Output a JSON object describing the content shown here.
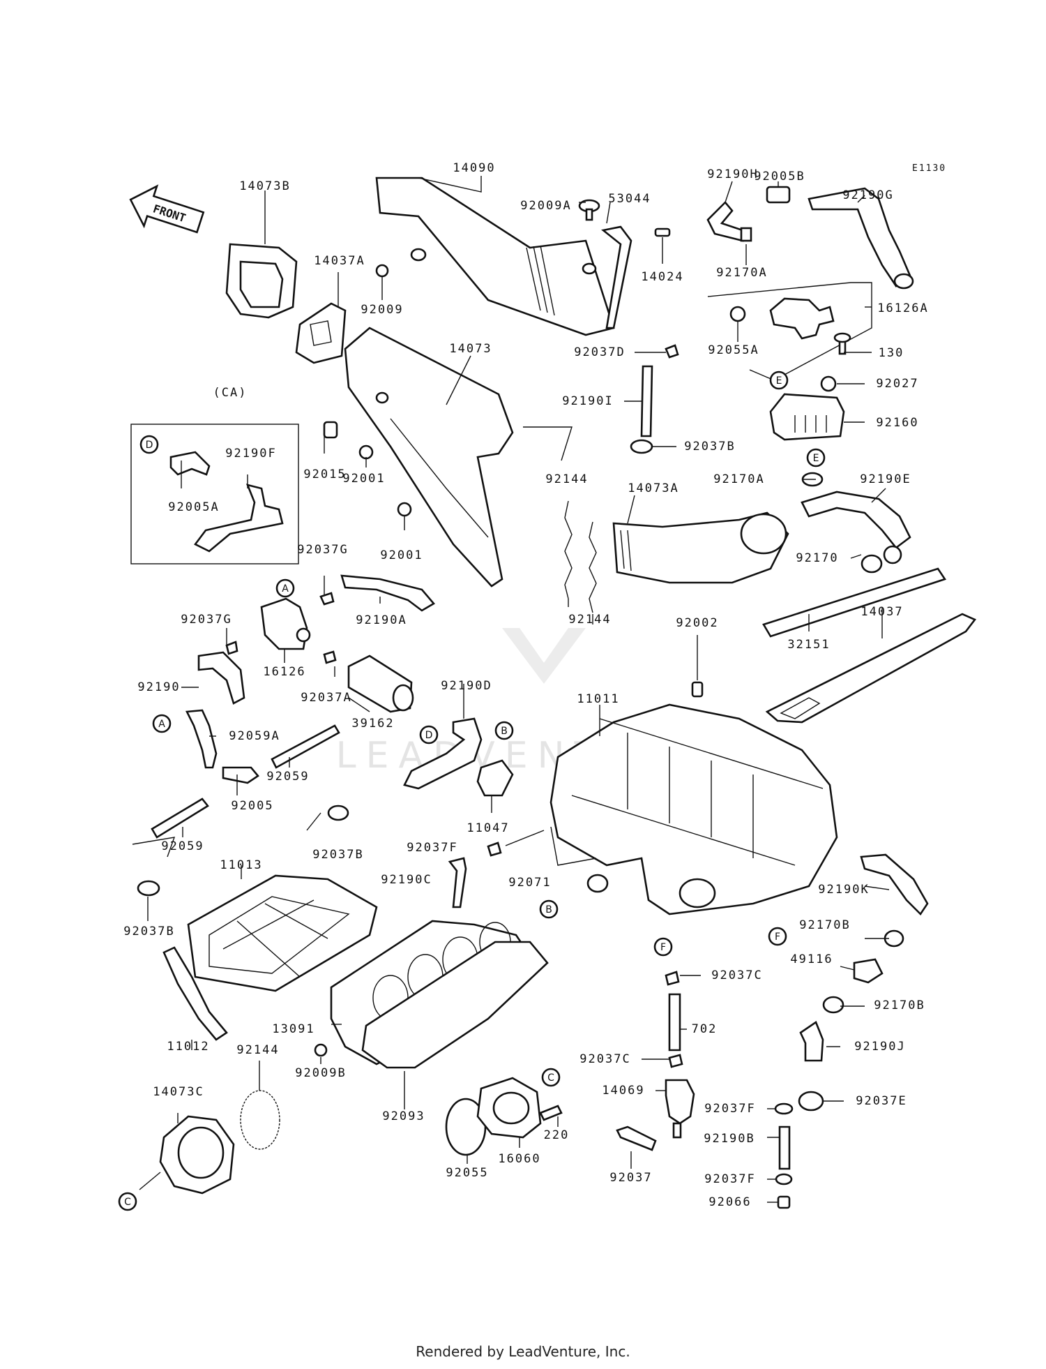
{
  "diagram": {
    "code": "E1130",
    "front_label": "FRONT",
    "group_label": "(CA)",
    "watermark": "LEADVENTURE",
    "footer": "Rendered by LeadVenture, Inc.",
    "labels": [
      {
        "id": "14090",
        "text": "14090"
      },
      {
        "id": "92009A",
        "text": "92009A"
      },
      {
        "id": "53044",
        "text": "53044"
      },
      {
        "id": "14073B",
        "text": "14073B"
      },
      {
        "id": "14037A",
        "text": "14037A"
      },
      {
        "id": "92009",
        "text": "92009"
      },
      {
        "id": "92190H",
        "text": "92190H"
      },
      {
        "id": "92005B",
        "text": "92005B"
      },
      {
        "id": "92190G",
        "text": "92190G"
      },
      {
        "id": "14024",
        "text": "14024"
      },
      {
        "id": "92170A",
        "text": "92170A"
      },
      {
        "id": "16126A",
        "text": "16126A"
      },
      {
        "id": "92055A",
        "text": "92055A"
      },
      {
        "id": "130",
        "text": "130"
      },
      {
        "id": "92027",
        "text": "92027"
      },
      {
        "id": "92160",
        "text": "92160"
      },
      {
        "id": "92037D",
        "text": "92037D"
      },
      {
        "id": "14073",
        "text": "14073"
      },
      {
        "id": "92190I",
        "text": "92190I"
      },
      {
        "id": "92037B_a",
        "text": "92037B"
      },
      {
        "id": "CA",
        "text": "(CA)"
      },
      {
        "id": "92190F",
        "text": "92190F"
      },
      {
        "id": "92005A",
        "text": "92005A"
      },
      {
        "id": "92015",
        "text": "92015"
      },
      {
        "id": "92001_a",
        "text": "92001"
      },
      {
        "id": "92001_b",
        "text": "92001"
      },
      {
        "id": "92144_a",
        "text": "92144"
      },
      {
        "id": "92144_b",
        "text": "92144"
      },
      {
        "id": "14073A",
        "text": "14073A"
      },
      {
        "id": "92170A_b",
        "text": "92170A"
      },
      {
        "id": "92190E",
        "text": "92190E"
      },
      {
        "id": "92170",
        "text": "92170"
      },
      {
        "id": "92037G_a",
        "text": "92037G"
      },
      {
        "id": "92190A",
        "text": "92190A"
      },
      {
        "id": "92037G_b",
        "text": "92037G"
      },
      {
        "id": "16126",
        "text": "16126"
      },
      {
        "id": "92002",
        "text": "92002"
      },
      {
        "id": "32151",
        "text": "32151"
      },
      {
        "id": "14037",
        "text": "14037"
      },
      {
        "id": "92190",
        "text": "92190"
      },
      {
        "id": "92037A",
        "text": "92037A"
      },
      {
        "id": "92190D",
        "text": "92190D"
      },
      {
        "id": "11011",
        "text": "11011"
      },
      {
        "id": "92059A",
        "text": "92059A"
      },
      {
        "id": "39162",
        "text": "39162"
      },
      {
        "id": "92059_a",
        "text": "92059"
      },
      {
        "id": "92005",
        "text": "92005"
      },
      {
        "id": "11047",
        "text": "11047"
      },
      {
        "id": "92037B_b",
        "text": "92037B"
      },
      {
        "id": "92059_b",
        "text": "92059"
      },
      {
        "id": "11013",
        "text": "11013"
      },
      {
        "id": "92037F_a",
        "text": "92037F"
      },
      {
        "id": "92071",
        "text": "92071"
      },
      {
        "id": "92190C",
        "text": "92190C"
      },
      {
        "id": "92037B_c",
        "text": "92037B"
      },
      {
        "id": "92190K",
        "text": "92190K"
      },
      {
        "id": "92170B_a",
        "text": "92170B"
      },
      {
        "id": "49116",
        "text": "49116"
      },
      {
        "id": "92037C_a",
        "text": "92037C"
      },
      {
        "id": "92170B_b",
        "text": "92170B"
      },
      {
        "id": "11012",
        "text": "11012"
      },
      {
        "id": "92144_c",
        "text": "92144"
      },
      {
        "id": "13091",
        "text": "13091"
      },
      {
        "id": "702",
        "text": "702"
      },
      {
        "id": "92190J",
        "text": "92190J"
      },
      {
        "id": "92037C_b",
        "text": "92037C"
      },
      {
        "id": "92009B",
        "text": "92009B"
      },
      {
        "id": "14069",
        "text": "14069"
      },
      {
        "id": "92037F_b",
        "text": "92037F"
      },
      {
        "id": "92037E",
        "text": "92037E"
      },
      {
        "id": "92093",
        "text": "92093"
      },
      {
        "id": "14073C",
        "text": "14073C"
      },
      {
        "id": "220",
        "text": "220"
      },
      {
        "id": "92190B",
        "text": "92190B"
      },
      {
        "id": "16060",
        "text": "16060"
      },
      {
        "id": "92055",
        "text": "92055"
      },
      {
        "id": "92037",
        "text": "92037"
      },
      {
        "id": "92037F_c",
        "text": "92037F"
      },
      {
        "id": "92066",
        "text": "92066"
      }
    ],
    "refs": [
      "D",
      "A",
      "A",
      "D",
      "B",
      "B",
      "E",
      "E",
      "F",
      "F",
      "C",
      "C"
    ]
  }
}
